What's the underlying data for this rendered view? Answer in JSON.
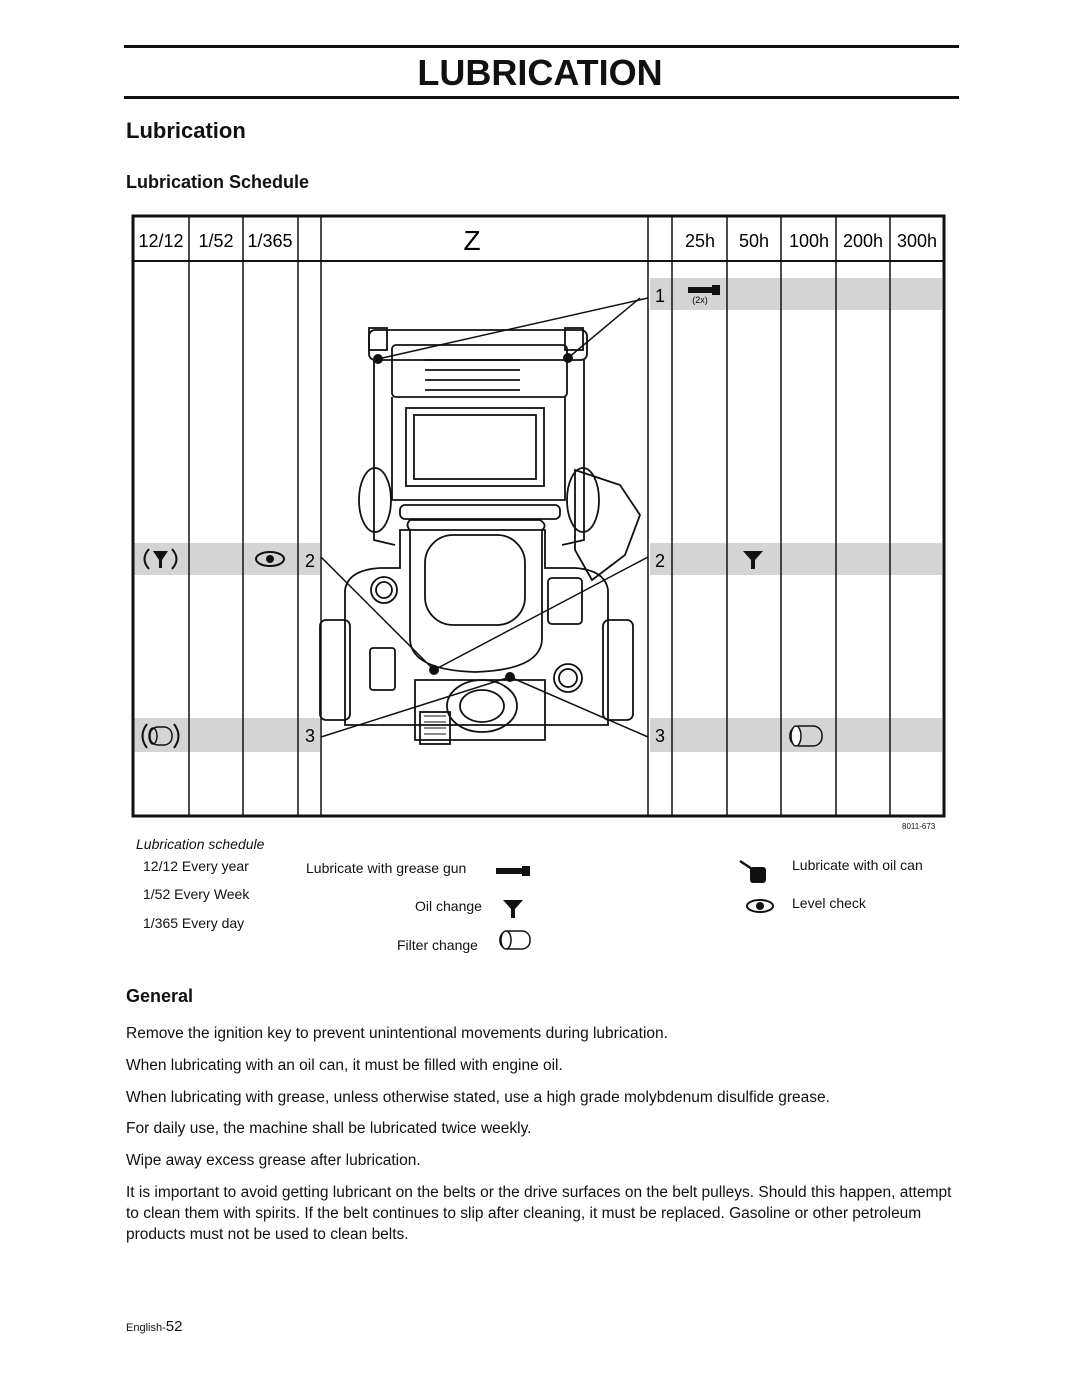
{
  "header": {
    "title": "LUBRICATION"
  },
  "section": {
    "title": "Lubrication",
    "subtitle": "Lubrication Schedule"
  },
  "figure": {
    "intervals_left": [
      "12/12",
      "1/52",
      "1/365"
    ],
    "z_label": "Z",
    "intervals_right": [
      "25h",
      "50h",
      "100h",
      "200h",
      "300h"
    ],
    "points": [
      "1",
      "2",
      "3"
    ],
    "grease_count": "(2x)",
    "figure_code": "8011-673",
    "caption": "Lubrication schedule"
  },
  "legend": {
    "every_year": "12/12 Every year",
    "every_week": "1/52 Every Week",
    "every_day": "1/365 Every day",
    "grease_gun": "Lubricate with grease gun",
    "oil_change": "Oil change",
    "filter_change": "Filter change",
    "oil_can": "Lubricate with oil can",
    "level_check": "Level check"
  },
  "general": {
    "title": "General",
    "paragraphs": [
      "Remove the ignition key to prevent unintentional movements during lubrication.",
      "When lubricating with an oil can, it must be filled with engine oil.",
      "When lubricating with grease, unless otherwise stated, use a high grade molybdenum disulfide grease.",
      "For daily use, the machine shall be lubricated twice weekly.",
      "Wipe away excess grease after lubrication.",
      "It is important to avoid getting lubricant on the belts or the drive surfaces on the belt pulleys. Should this happen, attempt to clean them with spirits. If the belt continues to slip after cleaning, it must be replaced. Gasoline or other petroleum products must not be used to clean belts."
    ]
  },
  "footer": {
    "language": "English-",
    "page": "52"
  },
  "colors": {
    "row_shade": "#d4d4d4",
    "text": "#111111"
  }
}
